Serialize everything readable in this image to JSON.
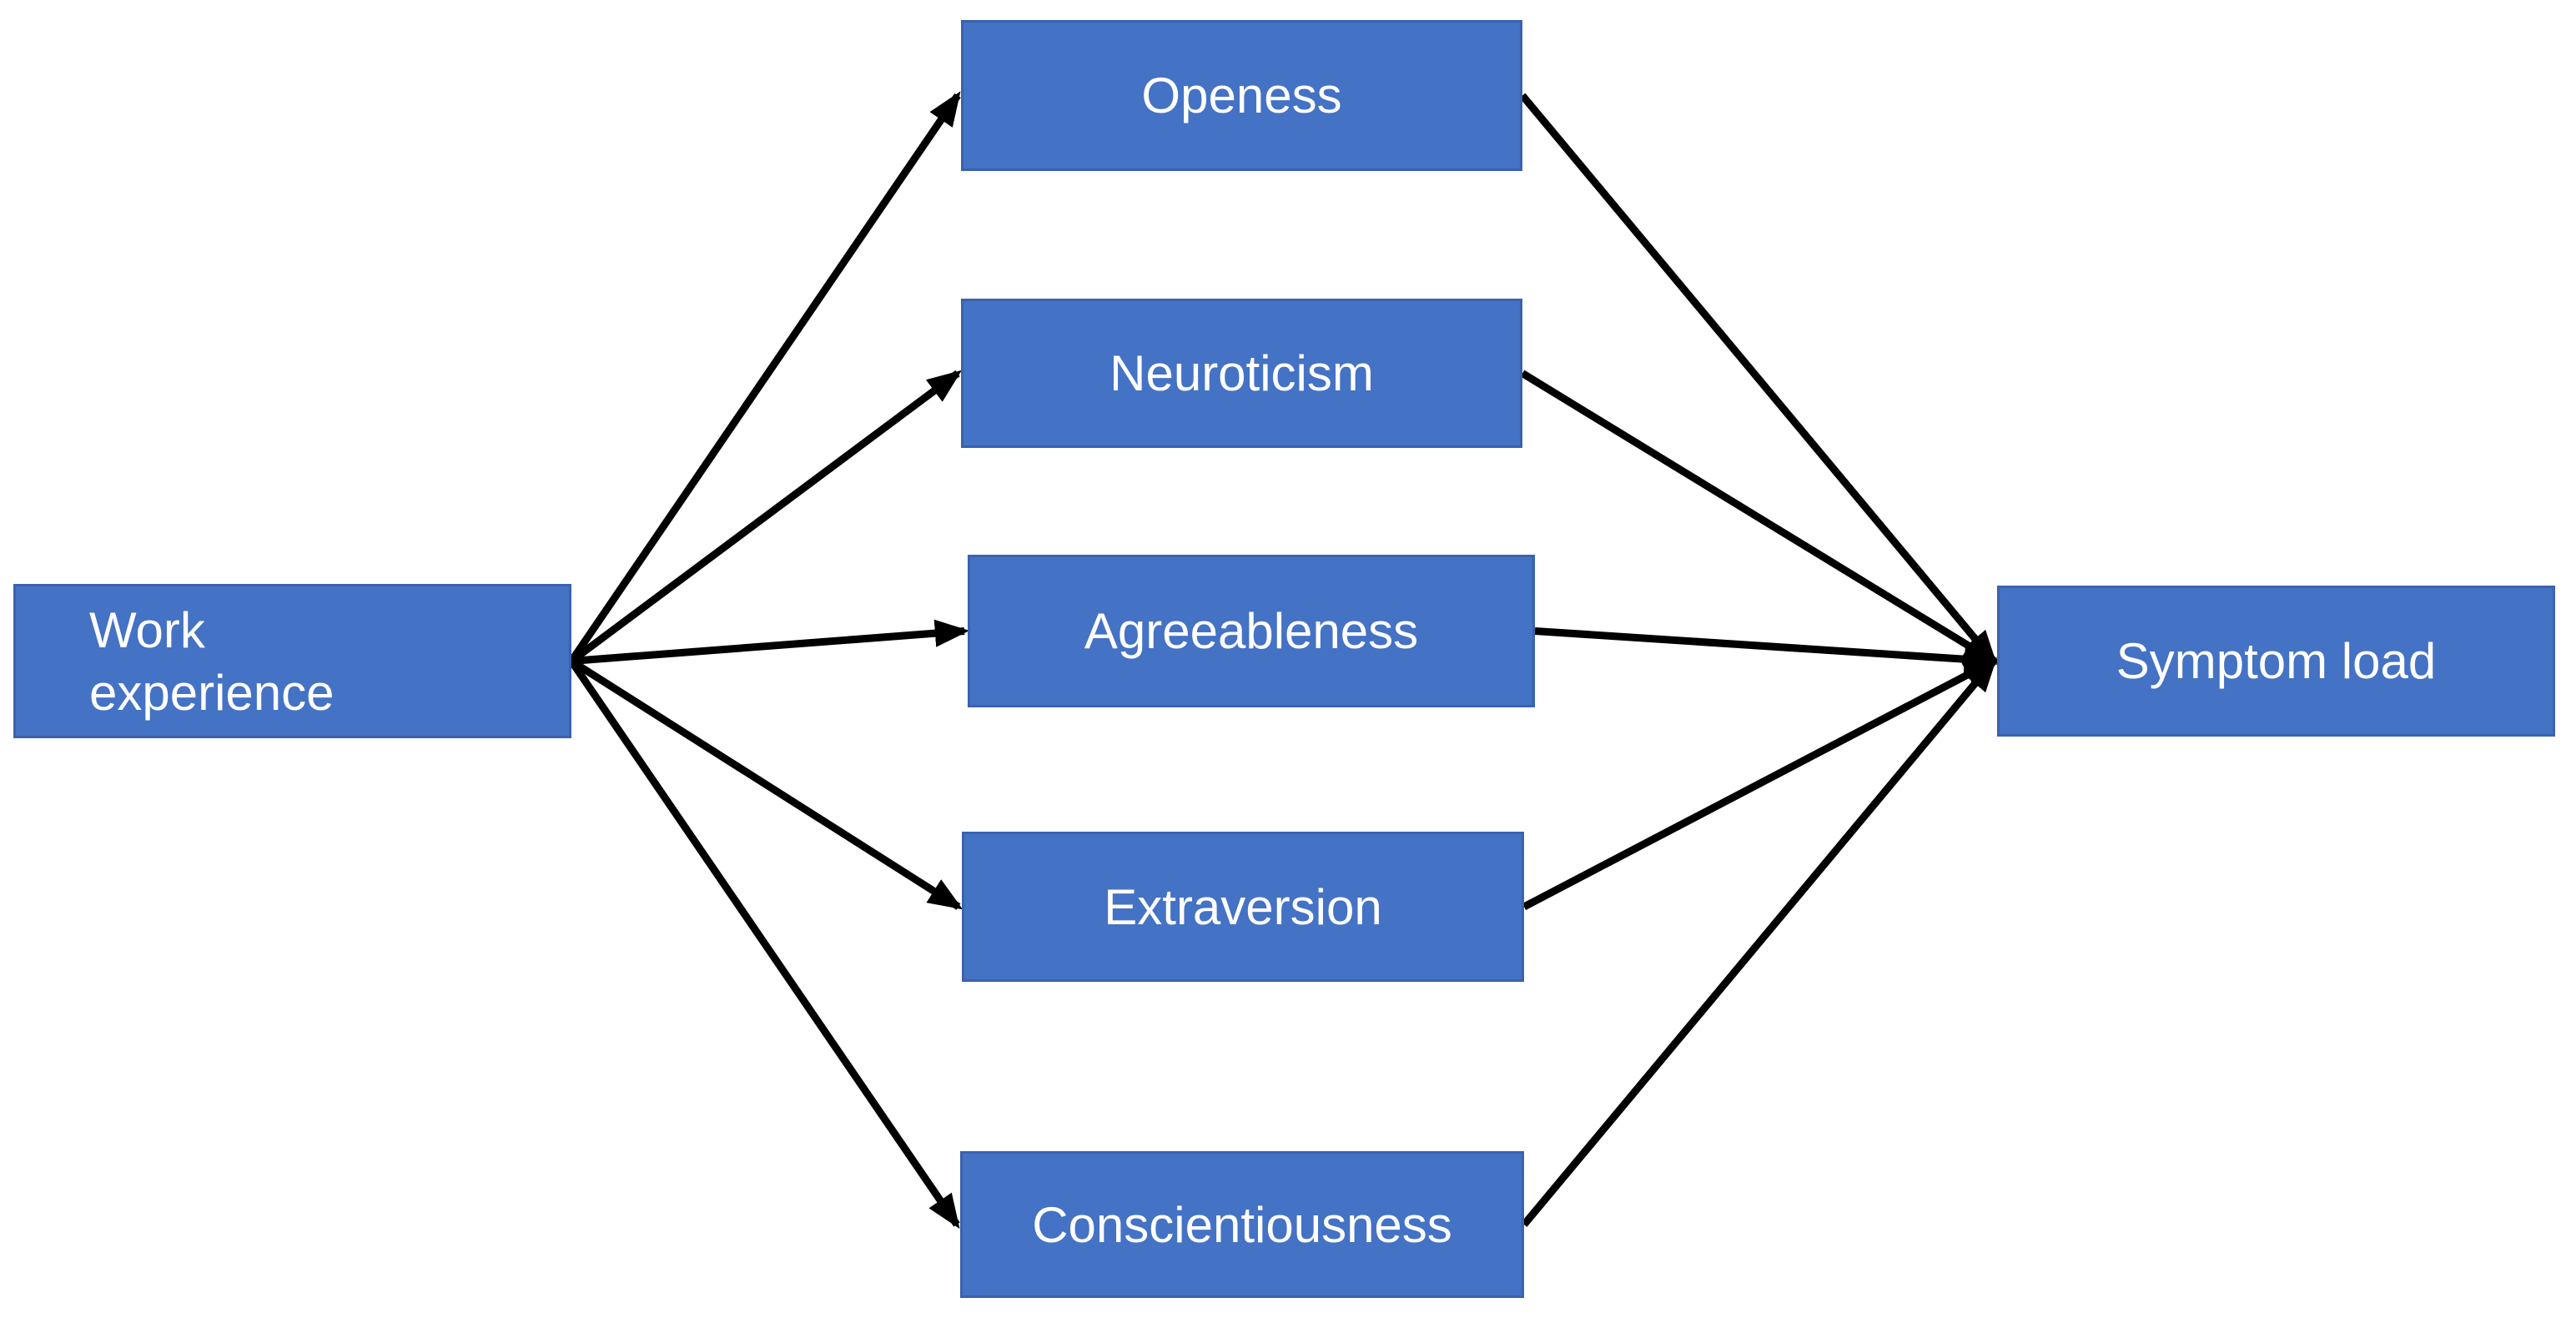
{
  "diagram": {
    "background_color": "#ffffff",
    "node_fill_color": "#4472c4",
    "node_border_color": "#3b62ae",
    "node_text_color": "#ffffff",
    "arrow_color": "#000000",
    "nodes": [
      {
        "id": "work-experience",
        "label": "Work experience"
      },
      {
        "id": "openness",
        "label": "Openess"
      },
      {
        "id": "neuroticism",
        "label": "Neuroticism"
      },
      {
        "id": "agreeableness",
        "label": "Agreeableness"
      },
      {
        "id": "extraversion",
        "label": "Extraversion"
      },
      {
        "id": "conscientiousness",
        "label": "Conscientiousness"
      },
      {
        "id": "symptom-load",
        "label": "Symptom load"
      }
    ],
    "edges": [
      {
        "from": "work-experience",
        "to": "openness"
      },
      {
        "from": "work-experience",
        "to": "neuroticism"
      },
      {
        "from": "work-experience",
        "to": "agreeableness"
      },
      {
        "from": "work-experience",
        "to": "extraversion"
      },
      {
        "from": "work-experience",
        "to": "conscientiousness"
      },
      {
        "from": "openness",
        "to": "symptom-load"
      },
      {
        "from": "neuroticism",
        "to": "symptom-load"
      },
      {
        "from": "agreeableness",
        "to": "symptom-load"
      },
      {
        "from": "extraversion",
        "to": "symptom-load"
      },
      {
        "from": "conscientiousness",
        "to": "symptom-load"
      }
    ]
  }
}
